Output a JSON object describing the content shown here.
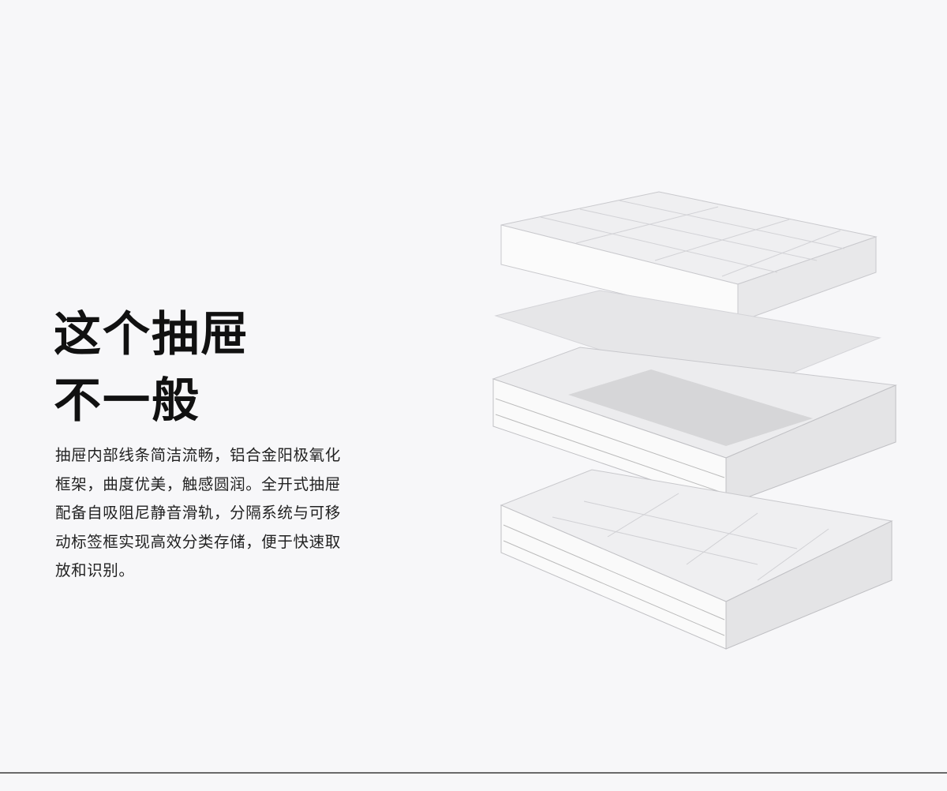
{
  "headline": {
    "lines": [
      "这个抽屉",
      "不一般"
    ]
  },
  "description": {
    "lines": [
      "抽屉内部线条简洁流畅，铝合金阳极氧化",
      "框架，曲度优美，触感圆润。全开式抽屉",
      "配备自吸阻尼静音滑轨，分隔系统与可移",
      "动标签框实现高效分类存储，便于快速取",
      "放和识别。"
    ]
  }
}
